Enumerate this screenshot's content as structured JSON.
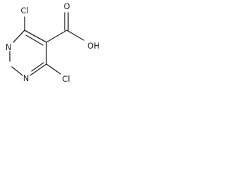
{
  "molecule": {
    "atoms": {
      "chlorine_top": "Cl",
      "chlorine_bottom": "Cl",
      "nitrogen_1": "N",
      "nitrogen_3": "N",
      "carbonyl_oxygen": "O",
      "hydroxyl": "OH"
    }
  }
}
